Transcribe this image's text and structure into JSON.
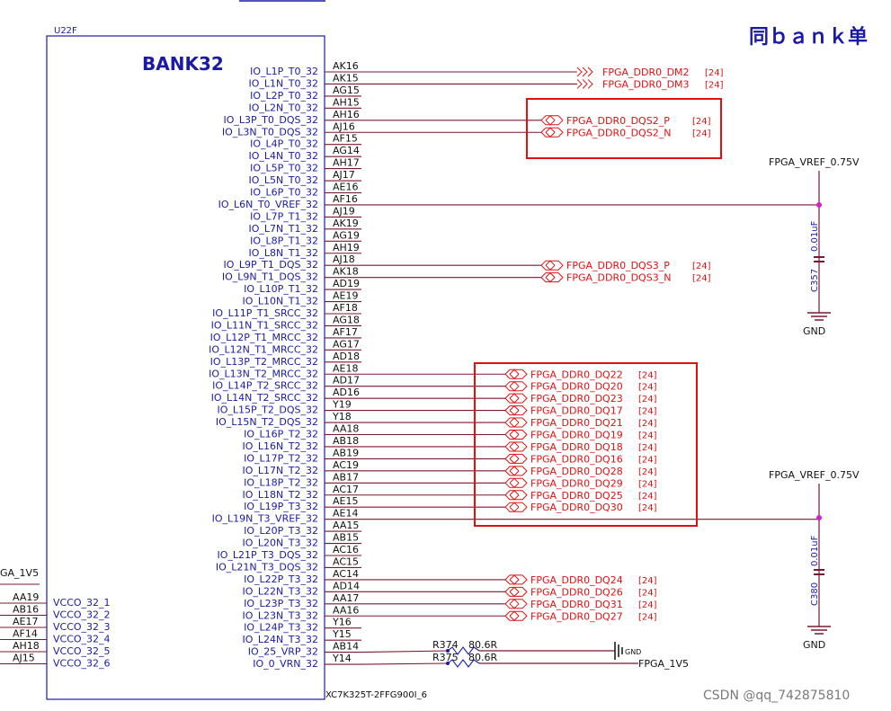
{
  "colors": {
    "wire": "#7a1830",
    "body": "#1a1aa6",
    "signal": "#e01010",
    "highlight": "#e01010",
    "junction": "#d020d0",
    "black": "#111111"
  },
  "part": {
    "ref": "U22F",
    "bank": "BANK32",
    "model": "XC7K325T-2FFG900I_6"
  },
  "corner_note": "同ｂａｎｋ单",
  "watermark": "CSDN @qq_742875810",
  "pins_right": [
    [
      "IO_L1P_T0_32",
      "AK16"
    ],
    [
      "IO_L1N_T0_32",
      "AK15"
    ],
    [
      "IO_L2P_T0_32",
      "AG15"
    ],
    [
      "IO_L2N_T0_32",
      "AH15"
    ],
    [
      "IO_L3P_T0_DQS_32",
      "AH16"
    ],
    [
      "IO_L3N_T0_DQS_32",
      "AJ16"
    ],
    [
      "IO_L4P_T0_32",
      "AF15"
    ],
    [
      "IO_L4N_T0_32",
      "AG14"
    ],
    [
      "IO_L5P_T0_32",
      "AH17"
    ],
    [
      "IO_L5N_T0_32",
      "AJ17"
    ],
    [
      "IO_L6P_T0_32",
      "AE16"
    ],
    [
      "IO_L6N_T0_VREF_32",
      "AF16"
    ],
    [
      "IO_L7P_T1_32",
      "AJ19"
    ],
    [
      "IO_L7N_T1_32",
      "AK19"
    ],
    [
      "IO_L8P_T1_32",
      "AG19"
    ],
    [
      "IO_L8N_T1_32",
      "AH19"
    ],
    [
      "IO_L9P_T1_DQS_32",
      "AJ18"
    ],
    [
      "IO_L9N_T1_DQS_32",
      "AK18"
    ],
    [
      "IO_L10P_T1_32",
      "AD19"
    ],
    [
      "IO_L10N_T1_32",
      "AE19"
    ],
    [
      "IO_L11P_T1_SRCC_32",
      "AF18"
    ],
    [
      "IO_L11N_T1_SRCC_32",
      "AG18"
    ],
    [
      "IO_L12P_T1_MRCC_32",
      "AF17"
    ],
    [
      "IO_L12N_T1_MRCC_32",
      "AG17"
    ],
    [
      "IO_L13P_T2_MRCC_32",
      "AD18"
    ],
    [
      "IO_L13N_T2_MRCC_32",
      "AE18"
    ],
    [
      "IO_L14P_T2_SRCC_32",
      "AD17"
    ],
    [
      "IO_L14N_T2_SRCC_32",
      "AD16"
    ],
    [
      "IO_L15P_T2_DQS_32",
      "Y19"
    ],
    [
      "IO_L15N_T2_DQS_32",
      "Y18"
    ],
    [
      "IO_L16P_T2_32",
      "AA18"
    ],
    [
      "IO_L16N_T2_32",
      "AB18"
    ],
    [
      "IO_L17P_T2_32",
      "AB19"
    ],
    [
      "IO_L17N_T2_32",
      "AC19"
    ],
    [
      "IO_L18P_T2_32",
      "AB17"
    ],
    [
      "IO_L18N_T2_32",
      "AC17"
    ],
    [
      "IO_L19P_T3_32",
      "AE15"
    ],
    [
      "IO_L19N_T3_VREF_32",
      "AE14"
    ],
    [
      "IO_L20P_T3_32",
      "AA15"
    ],
    [
      "IO_L20N_T3_32",
      "AB15"
    ],
    [
      "IO_L21P_T3_DQS_32",
      "AC16"
    ],
    [
      "IO_L21N_T3_DQS_32",
      "AC15"
    ],
    [
      "IO_L22P_T3_32",
      "AC14"
    ],
    [
      "IO_L22N_T3_32",
      "AD14"
    ],
    [
      "IO_L23P_T3_32",
      "AA17"
    ],
    [
      "IO_L23N_T3_32",
      "AA16"
    ],
    [
      "IO_L24P_T3_32",
      "Y16"
    ],
    [
      "IO_L24N_T3_32",
      "Y15"
    ],
    [
      "IO_25_VRP_32",
      "AB14"
    ],
    [
      "IO_0_VRN_32",
      "Y14"
    ]
  ],
  "pins_left": [
    [
      "AA19",
      "VCCO_32_1"
    ],
    [
      "AB16",
      "VCCO_32_2"
    ],
    [
      "AE17",
      "VCCO_32_3"
    ],
    [
      "AF14",
      "VCCO_32_4"
    ],
    [
      "AH18",
      "VCCO_32_5"
    ],
    [
      "AJ15",
      "VCCO_32_6"
    ]
  ],
  "vcco_net": "GA_1V5",
  "net_labels": [
    [
      "FPGA_DDR0_DM2",
      "[24]"
    ],
    [
      "FPGA_DDR0_DM3",
      "[24]"
    ],
    [
      "FPGA_DDR0_DQS2_P",
      "[24]"
    ],
    [
      "FPGA_DDR0_DQS2_N",
      "[24]"
    ],
    [
      "FPGA_DDR0_DQS3_P",
      "[24]"
    ],
    [
      "FPGA_DDR0_DQS3_N",
      "[24]"
    ],
    [
      "FPGA_DDR0_DQ22",
      "[24]"
    ],
    [
      "FPGA_DDR0_DQ20",
      "[24]"
    ],
    [
      "FPGA_DDR0_DQ23",
      "[24]"
    ],
    [
      "FPGA_DDR0_DQ17",
      "[24]"
    ],
    [
      "FPGA_DDR0_DQ21",
      "[24]"
    ],
    [
      "FPGA_DDR0_DQ19",
      "[24]"
    ],
    [
      "FPGA_DDR0_DQ18",
      "[24]"
    ],
    [
      "FPGA_DDR0_DQ16",
      "[24]"
    ],
    [
      "FPGA_DDR0_DQ28",
      "[24]"
    ],
    [
      "FPGA_DDR0_DQ29",
      "[24]"
    ],
    [
      "FPGA_DDR0_DQ25",
      "[24]"
    ],
    [
      "FPGA_DDR0_DQ30",
      "[24]"
    ],
    [
      "FPGA_DDR0_DQ24",
      "[24]"
    ],
    [
      "FPGA_DDR0_DQ26",
      "[24]"
    ],
    [
      "FPGA_DDR0_DQ31",
      "[24]"
    ],
    [
      "FPGA_DDR0_DQ27",
      "[24]"
    ]
  ],
  "vref": [
    {
      "net": "FPGA_VREF_0.75V",
      "cap_ref": "C357",
      "cap_val": "0.01uF",
      "gnd": "GND"
    },
    {
      "net": "FPGA_VREF_0.75V",
      "cap_ref": "C380",
      "cap_val": "0.01uF",
      "gnd": "GND"
    }
  ],
  "resistors": [
    {
      "ref": "R374",
      "val": "80.6R"
    },
    {
      "ref": "R375",
      "val": "80.6R"
    }
  ],
  "rgnd_label": "GND",
  "v1v5_label": "FPGA_1V5"
}
